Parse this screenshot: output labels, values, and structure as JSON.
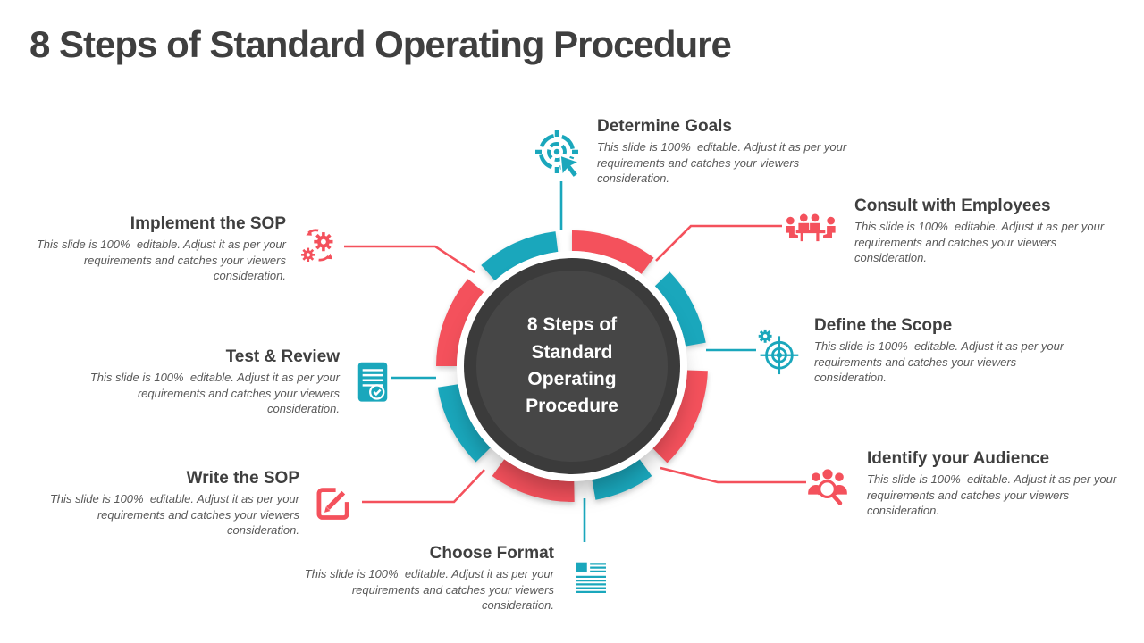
{
  "slide": {
    "title": "8 Steps of Standard Operating Procedure"
  },
  "diagram": {
    "center_label": "8 Steps of Standard Operating Procedure",
    "ring_segment_colors": [
      "teal",
      "red",
      "teal",
      "red",
      "teal",
      "red",
      "teal",
      "red"
    ]
  },
  "steps": [
    {
      "title": "Determine Goals",
      "description": "This slide is 100%  editable. Adjust it as per your requirements and catches your viewers consideration.",
      "color": "teal",
      "icon": "target-cursor"
    },
    {
      "title": "Consult with Employees",
      "description": "This slide is 100%  editable. Adjust it as per your requirements and catches your viewers consideration.",
      "color": "red",
      "icon": "meeting-table"
    },
    {
      "title": "Define the Scope",
      "description": "This slide is 100%  editable. Adjust it as per your requirements and catches your viewers consideration.",
      "color": "teal",
      "icon": "target-gear"
    },
    {
      "title": "Identify your Audience",
      "description": "This slide is 100%  editable. Adjust it as per your requirements and catches your viewers consideration.",
      "color": "red",
      "icon": "audience-magnifier"
    },
    {
      "title": "Choose Format",
      "description": "This slide is 100%  editable. Adjust it as per your requirements and catches your viewers consideration.",
      "color": "teal",
      "icon": "document-text"
    },
    {
      "title": "Write the SOP",
      "description": "This slide is 100%  editable. Adjust it as per your requirements and catches your viewers consideration.",
      "color": "red",
      "icon": "edit-pencil"
    },
    {
      "title": "Test & Review",
      "description": "This slide is 100%  editable. Adjust it as per your requirements and catches your viewers consideration.",
      "color": "teal",
      "icon": "checklist"
    },
    {
      "title": "Implement the SOP",
      "description": "This slide is 100%  editable. Adjust it as per your requirements and catches your viewers consideration.",
      "color": "red",
      "icon": "gears"
    }
  ],
  "colors": {
    "teal": "#1AA7BC",
    "red": "#F4515C",
    "title_text": "#3F3F3F",
    "body_text": "#595959",
    "center_circle": "#3B3B3B",
    "center_text": "#FFFFFF"
  }
}
